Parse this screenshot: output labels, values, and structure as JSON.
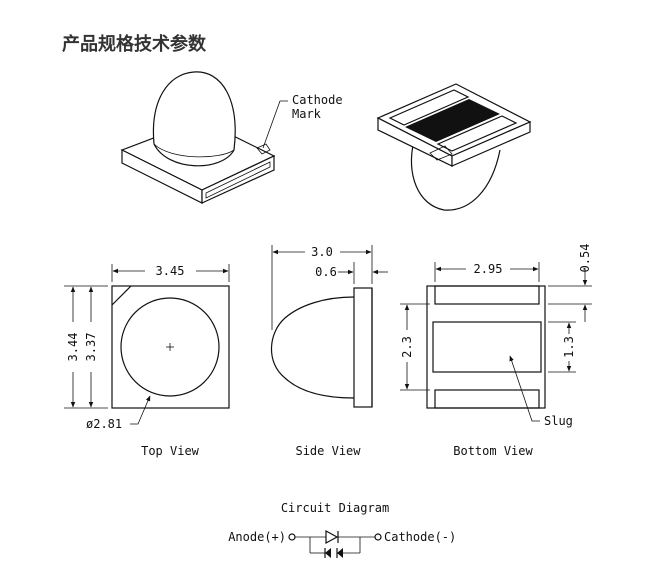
{
  "title": "产品规格技术参数",
  "labels": {
    "cathode_mark_1": "Cathode",
    "cathode_mark_2": "Mark",
    "dim_345": "3.45",
    "dim_344": "3.44",
    "dim_337": "3.37",
    "dim_281": "ø2.81",
    "dim_30": "3.0",
    "dim_06": "0.6",
    "dim_295": "2.95",
    "dim_054": "0.54",
    "dim_23": "2.3",
    "dim_13": "1.3",
    "slug": "Slug"
  },
  "views": {
    "top": "Top View",
    "side": "Side View",
    "bottom": "Bottom View"
  },
  "circuit": {
    "title": "Circuit Diagram",
    "anode": "Anode(+)",
    "cathode": "Cathode(-)"
  }
}
